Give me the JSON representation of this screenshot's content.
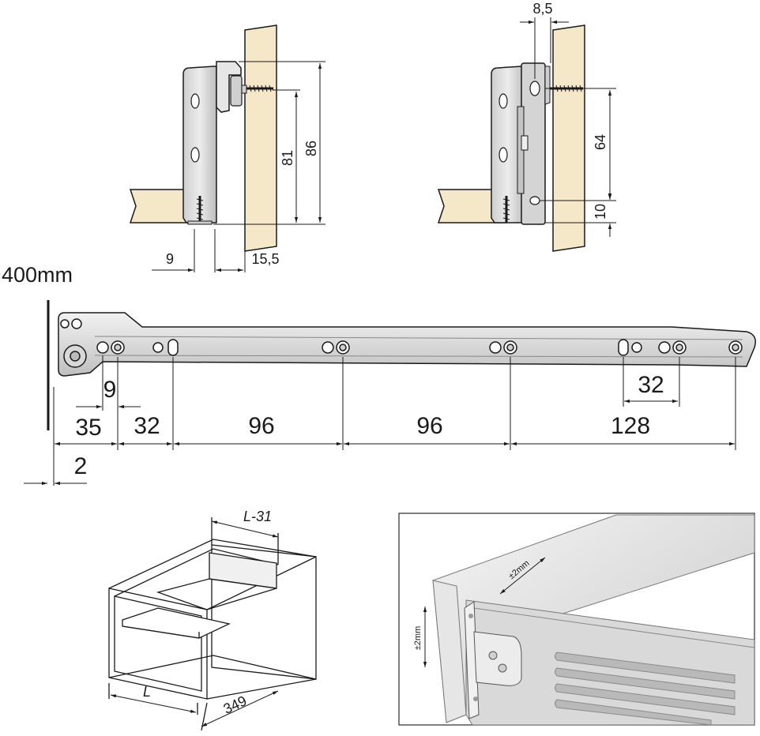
{
  "title": "400mm",
  "side_view_left": {
    "dims": {
      "h_outer": "86",
      "h_inner": "81",
      "w_left": "9",
      "w_right": "15,5"
    }
  },
  "side_view_right": {
    "dims": {
      "top": "8,5",
      "h_mid": "64",
      "h_bottom": "10"
    }
  },
  "rail": {
    "dims": {
      "d9": "9",
      "d35": "35",
      "d32a": "32",
      "d96a": "96",
      "d96b": "96",
      "d128": "128",
      "d32b": "32",
      "d2": "2"
    }
  },
  "drawer_box": {
    "labels": {
      "top": "L-31",
      "depth": "L",
      "width": "349"
    }
  },
  "photo": {
    "labels": {
      "horizontal": "±2mm",
      "vertical": "±2mm"
    }
  },
  "colors": {
    "wood": "#f5e8c8",
    "steel": "#dcdcdc",
    "line": "#1a1a1a",
    "frame_border": "#555555"
  }
}
